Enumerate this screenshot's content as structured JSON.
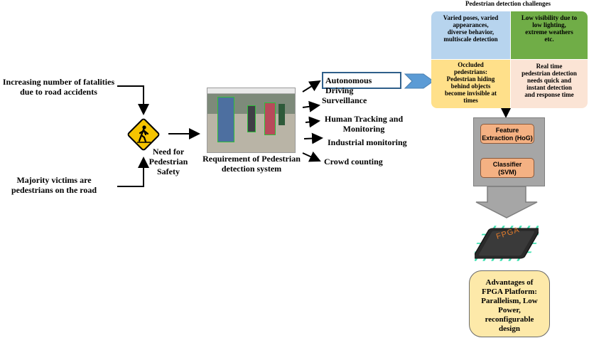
{
  "left": {
    "fatalities": "Increasing number of fatalities\ndue to road accidents",
    "victims": "Majority victims are\npedestrians on the road",
    "need": "Need for\nPedestrian\nSafety"
  },
  "center": {
    "requirement": "Requirement of Pedestrian\ndetection system"
  },
  "applications": [
    "Autonomous Driving",
    "Surveillance",
    "Human Tracking and\nMonitoring",
    "Industrial monitoring",
    "Crowd counting"
  ],
  "challenges": {
    "title": "Pedestrian detection challenges",
    "cells": [
      {
        "text": "Varied poses, varied\nappearances,\ndiverse behavior,\nmultiscale detection",
        "color": "#b7d4ee"
      },
      {
        "text": "Low visibility due to\nlow lighting,\nextreme weathers\netc.",
        "color": "#70ad47"
      },
      {
        "text": "Occluded\npedestrians:\nPedestrian hiding\nbehind objects\nbecome invisible at\ntimes",
        "color": "#ffe08a"
      },
      {
        "text": "Real time\npedestrian detection\nneeds quick and\ninstant detection\nand response time",
        "color": "#fbe4d5"
      }
    ]
  },
  "pipeline": {
    "feature": "Feature\nExtraction (HoG)",
    "classifier": "Classifier\n(SVM)",
    "chip_label": "FPGA"
  },
  "advantages": "Advantages of\nFPGA Platform:\nParallelism, Low\nPower,\nreconfigurable\ndesign",
  "colors": {
    "pipeline_bg": "#a6a6a6",
    "stage_box": "#f4b183",
    "advantages_bg": "#fde9a9",
    "chevron": "#5b9bd5",
    "sign_yellow": "#f5c400"
  }
}
